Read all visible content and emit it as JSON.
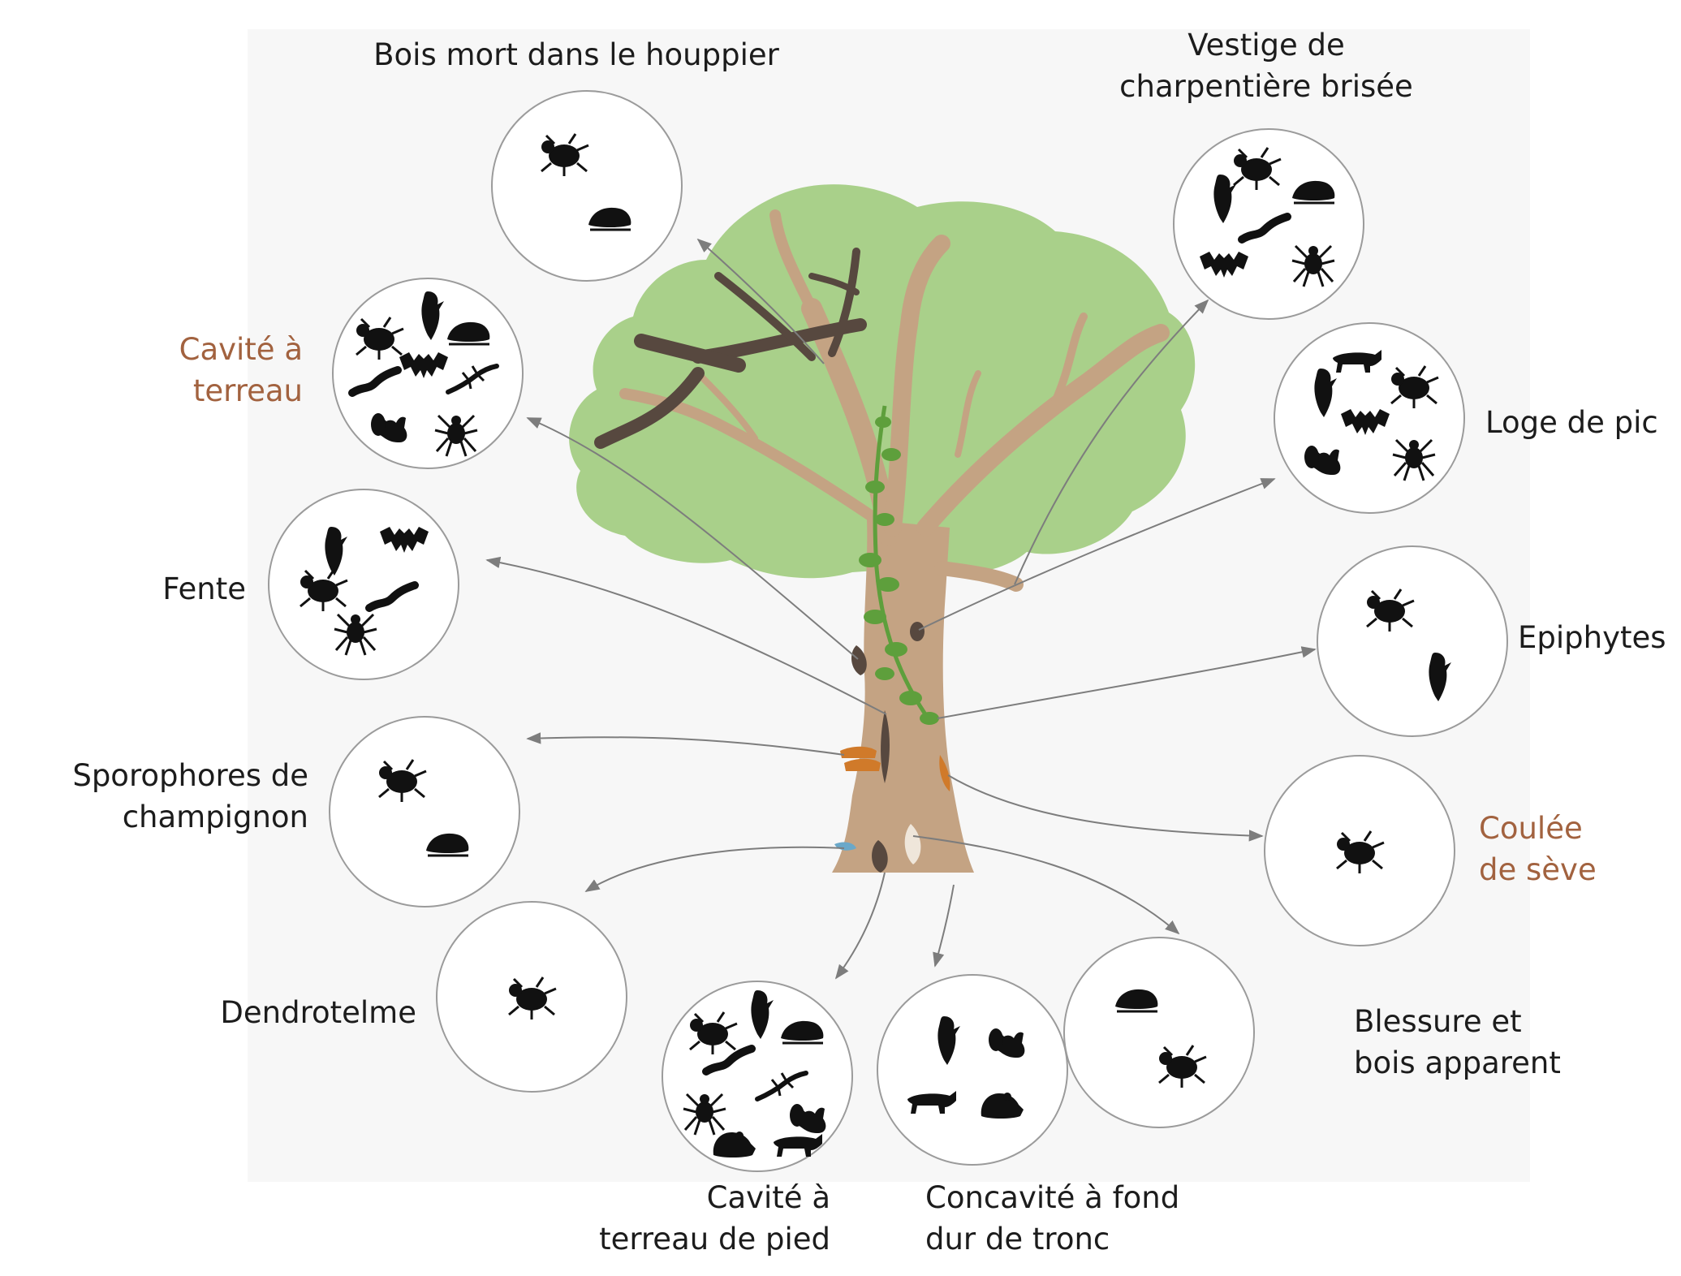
{
  "colors": {
    "background_panel": "#f7f7f7",
    "crown": "#a9d08a",
    "trunk": "#c4a383",
    "dead_wood": "#57483f",
    "ivy": "#5e9f3c",
    "fungus": "#d07a2a",
    "silhouette": "#111111",
    "circle_stroke": "#9b9b9b",
    "arrow": "#7d7d7d",
    "label_text": "#1c1c1c",
    "label_highlight": "#a2623f"
  },
  "labels": [
    {
      "id": "bois-mort",
      "lines": [
        "Bois mort dans le houppier"
      ],
      "highlight": false
    },
    {
      "id": "vestige",
      "lines": [
        "Vestige de",
        "charpentière brisée"
      ],
      "highlight": false
    },
    {
      "id": "cavite-terreau",
      "lines": [
        "Cavité à",
        "terreau"
      ],
      "highlight": true
    },
    {
      "id": "loge-pic",
      "lines": [
        "Loge de pic"
      ],
      "highlight": false
    },
    {
      "id": "fente",
      "lines": [
        "Fente"
      ],
      "highlight": false
    },
    {
      "id": "epiphytes",
      "lines": [
        "Epiphytes"
      ],
      "highlight": false
    },
    {
      "id": "sporophores",
      "lines": [
        "Sporophores de",
        "champignon"
      ],
      "highlight": false
    },
    {
      "id": "coulee",
      "lines": [
        "Coulée",
        "de sève"
      ],
      "highlight": true
    },
    {
      "id": "dendrotelme",
      "lines": [
        "Dendrotelme"
      ],
      "highlight": false
    },
    {
      "id": "blessure",
      "lines": [
        "Blessure et",
        "bois apparent"
      ],
      "highlight": false
    },
    {
      "id": "cavite-pied",
      "lines": [
        "Cavité à",
        "terreau de pied"
      ],
      "highlight": false
    },
    {
      "id": "concavite",
      "lines": [
        "Concavité à fond",
        "dur de tronc"
      ],
      "highlight": false
    }
  ],
  "microhabitats": [
    {
      "id": "bois-mort",
      "taxa": [
        "beetle-icon",
        "fungus-icon"
      ]
    },
    {
      "id": "vestige",
      "taxa": [
        "bird-icon",
        "beetle-icon",
        "fungus-icon",
        "caterpillar-icon",
        "bat-icon",
        "spider-icon"
      ]
    },
    {
      "id": "cavite-terreau",
      "taxa": [
        "beetle-icon",
        "bird-icon",
        "fungus-icon",
        "caterpillar-icon",
        "bat-icon",
        "lizard-icon",
        "squirrel-icon",
        "spider-icon"
      ]
    },
    {
      "id": "loge-pic",
      "taxa": [
        "bird-icon",
        "marten-icon",
        "beetle-icon",
        "bat-icon",
        "squirrel-icon",
        "spider-icon"
      ]
    },
    {
      "id": "fente",
      "taxa": [
        "bird-icon",
        "bat-icon",
        "beetle-icon",
        "caterpillar-icon",
        "spider-icon"
      ]
    },
    {
      "id": "epiphytes",
      "taxa": [
        "beetle-icon",
        "bird-icon"
      ]
    },
    {
      "id": "sporophores",
      "taxa": [
        "beetle-icon",
        "fungus-icon"
      ]
    },
    {
      "id": "coulee",
      "taxa": [
        "beetle-icon"
      ]
    },
    {
      "id": "dendrotelme",
      "taxa": [
        "beetle-icon"
      ]
    },
    {
      "id": "blessure",
      "taxa": [
        "fungus-icon",
        "beetle-icon"
      ]
    },
    {
      "id": "cavite-pied",
      "taxa": [
        "beetle-icon",
        "bird-icon",
        "fungus-icon",
        "caterpillar-icon",
        "spider-icon",
        "lizard-icon",
        "squirrel-icon",
        "frog-icon",
        "marten-icon"
      ]
    },
    {
      "id": "concavite",
      "taxa": [
        "bird-icon",
        "squirrel-icon",
        "marten-icon",
        "frog-icon"
      ]
    }
  ]
}
